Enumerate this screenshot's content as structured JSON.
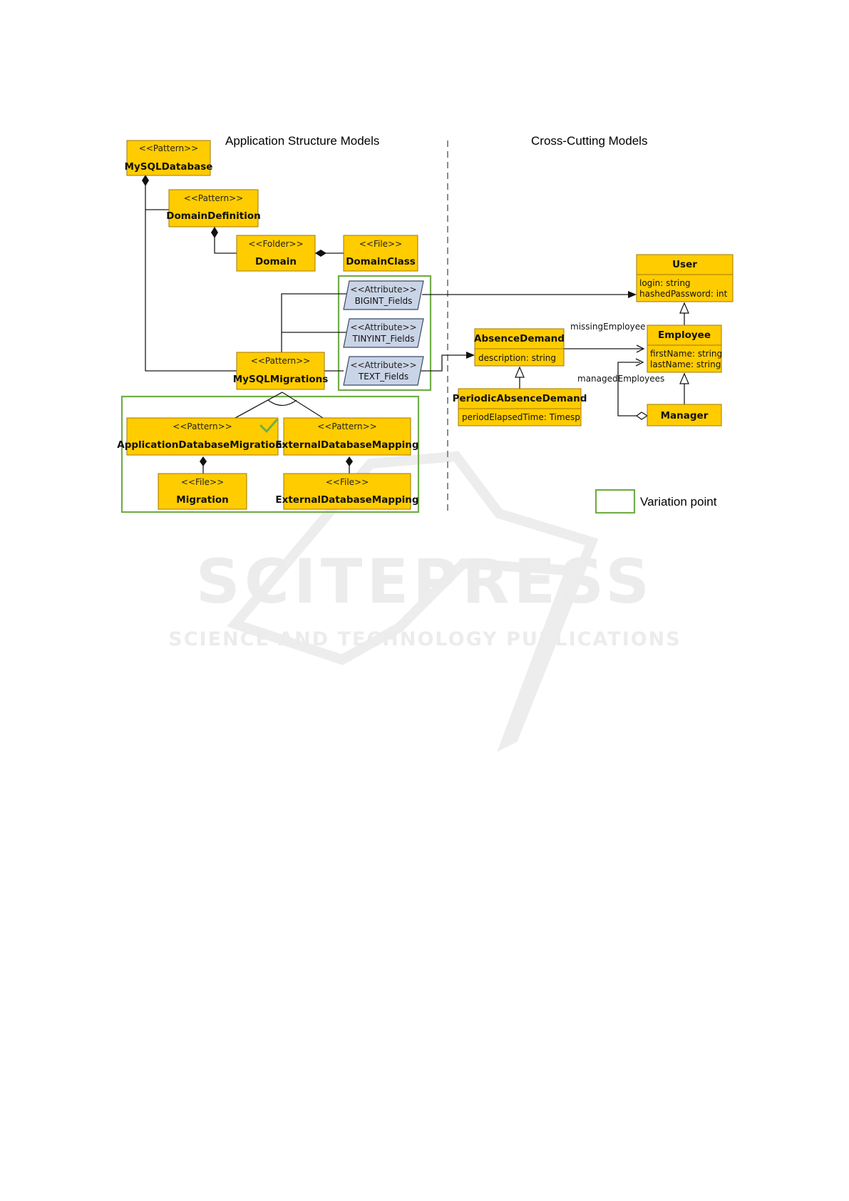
{
  "headings": {
    "left": "Application Structure Models",
    "right": "Cross-Cutting Models"
  },
  "elements": {
    "mysql_database": {
      "stereotype": "<<Pattern>>",
      "name": "MySQLDatabase"
    },
    "domain_definition": {
      "stereotype": "<<Pattern>>",
      "name": "DomainDefinition"
    },
    "domain": {
      "stereotype": "<<Folder>>",
      "name": "Domain"
    },
    "domain_class": {
      "stereotype": "<<File>>",
      "name": "DomainClass"
    },
    "mysql_migrations": {
      "stereotype": "<<Pattern>>",
      "name": "MySQLMigrations"
    },
    "bigint_fields": {
      "stereotype": "<<Attribute>>",
      "name": "BIGINT_Fields"
    },
    "tinyint_fields": {
      "stereotype": "<<Attribute>>",
      "name": "TINYINT_Fields"
    },
    "text_fields": {
      "stereotype": "<<Attribute>>",
      "name": "TEXT_Fields"
    },
    "application_database_migrations": {
      "stereotype": "<<Pattern>>",
      "name": "ApplicationDatabaseMigrations"
    },
    "external_database_mapping_pattern": {
      "stereotype": "<<Pattern>>",
      "name": "ExternalDatabaseMapping"
    },
    "migration": {
      "stereotype": "<<File>>",
      "name": "Migration"
    },
    "external_database_mapping_file": {
      "stereotype": "<<File>>",
      "name": "ExternalDatabaseMapping"
    }
  },
  "classes": {
    "user": {
      "name": "User",
      "attributes": [
        "login: string",
        "hashedPassword: int"
      ]
    },
    "employee": {
      "name": "Employee",
      "attributes": [
        "firstName: string",
        "lastName: string"
      ]
    },
    "manager": {
      "name": "Manager"
    },
    "absence_demand": {
      "name": "AbsenceDemand",
      "attributes": [
        "description: string"
      ]
    },
    "periodic_absence_demand": {
      "name": "PeriodicAbsenceDemand",
      "attributes": [
        "periodElapsedTime: Timesp"
      ]
    }
  },
  "relations": {
    "missing_employee": "missingEmployee",
    "managed_employees": "managedEmployees"
  },
  "legend": {
    "variation_point": "Variation point"
  },
  "watermark": {
    "title": "SCITEPRESS",
    "subtitle": "SCIENCE AND TECHNOLOGY PUBLICATIONS"
  },
  "colors": {
    "element_fill": "#FFCC00",
    "attribute_fill": "#c9d4e6",
    "variation_point": "#70ad47",
    "selected_check": "#70ad47"
  }
}
